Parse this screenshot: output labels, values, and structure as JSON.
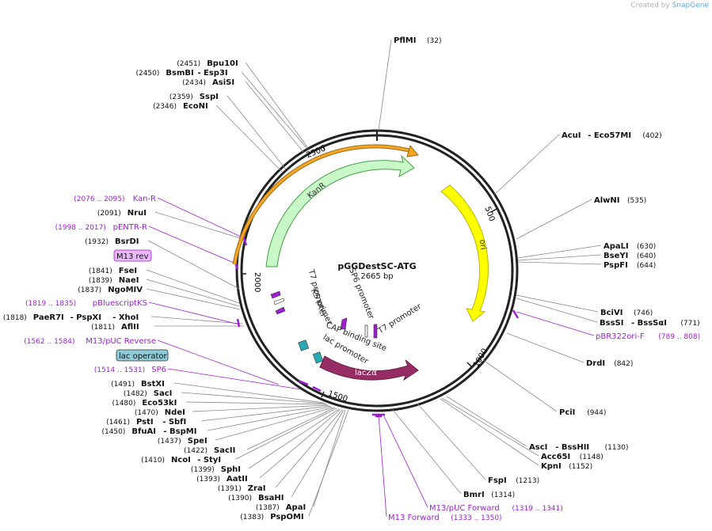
{
  "credit": {
    "prefix": "Created by",
    "brand": "SnapGene"
  },
  "plasmid": {
    "name": "pGGDestSC-ATG",
    "length": "2665 bp"
  },
  "colors": {
    "backbone": "#222222",
    "kanr": "#c8f7c8",
    "ori": "#ffff00",
    "lacz": "#962c64",
    "orf": "#f5a623",
    "primer": "#9b1fd0",
    "feature_box": "#8ecbd6",
    "site": "#000000",
    "primer_text": "#9b1fd0"
  },
  "ticks": [
    "2500",
    "500",
    "1000",
    "1500",
    "2000"
  ],
  "features": {
    "kanr": "KanR",
    "ori": "ori",
    "lacz": "lacZα",
    "t7_left": "T7 promoter",
    "ks_primer": "KS primer",
    "sp6_promoter": "SP6 promoter",
    "t7_right": "T7 promoter",
    "cap_site": "CAP binding site",
    "lac_promoter": "lac promoter"
  },
  "sites": [
    {
      "name": "PflMI",
      "pos": "(32)"
    },
    {
      "name": "AcuI",
      "alt": "- Eco57MI",
      "pos": "(402)"
    },
    {
      "name": "AlwNI",
      "pos": "(535)"
    },
    {
      "name": "ApaLI",
      "pos": "(630)"
    },
    {
      "name": "BseYI",
      "pos": "(640)"
    },
    {
      "name": "PspFI",
      "pos": "(644)"
    },
    {
      "name": "BciVI",
      "pos": "(746)"
    },
    {
      "name": "BssSI",
      "alt": "- BssSαI",
      "pos": "(771)"
    },
    {
      "name": "DrdI",
      "pos": "(842)"
    },
    {
      "name": "PciI",
      "pos": "(944)"
    },
    {
      "name": "AscI",
      "alt": "- BssHII",
      "pos": "(1130)"
    },
    {
      "name": "Acc65I",
      "pos": "(1148)"
    },
    {
      "name": "KpnI",
      "pos": "(1152)"
    },
    {
      "name": "FspI",
      "pos": "(1213)"
    },
    {
      "name": "BmrI",
      "pos": "(1314)"
    },
    {
      "name": "PspOMI",
      "pos": "(1383)"
    },
    {
      "name": "ApaI",
      "pos": "(1387)"
    },
    {
      "name": "BsaHI",
      "pos": "(1390)"
    },
    {
      "name": "ZraI",
      "pos": "(1391)"
    },
    {
      "name": "AatII",
      "pos": "(1393)"
    },
    {
      "name": "SphI",
      "pos": "(1399)"
    },
    {
      "name": "NcoI",
      "alt": "- StyI",
      "pos": "(1410)"
    },
    {
      "name": "SacII",
      "pos": "(1422)"
    },
    {
      "name": "SpeI",
      "pos": "(1437)"
    },
    {
      "name": "BfuAI",
      "alt": "- BspMI",
      "pos": "(1450)"
    },
    {
      "name": "PstI",
      "alt": "- SbfI",
      "pos": "(1461)"
    },
    {
      "name": "NdeI",
      "pos": "(1470)"
    },
    {
      "name": "Eco53kI",
      "pos": "(1480)"
    },
    {
      "name": "SacI",
      "pos": "(1482)"
    },
    {
      "name": "BstXI",
      "pos": "(1491)"
    },
    {
      "name": "AflII",
      "pos": "(1811)"
    },
    {
      "name": "PaeR7I",
      "alt": "- PspXI",
      "alt2": "- XhoI",
      "pos": "(1818)"
    },
    {
      "name": "NgoMIV",
      "pos": "(1837)"
    },
    {
      "name": "NaeI",
      "pos": "(1839)"
    },
    {
      "name": "FseI",
      "pos": "(1841)"
    },
    {
      "name": "BsrDI",
      "pos": "(1932)"
    },
    {
      "name": "NruI",
      "pos": "(2091)"
    },
    {
      "name": "EcoNI",
      "pos": "(2346)"
    },
    {
      "name": "SspI",
      "pos": "(2359)"
    },
    {
      "name": "AsiSI",
      "pos": "(2434)"
    },
    {
      "name": "BsmBI",
      "alt": "- Esp3I",
      "pos": "(2450)"
    },
    {
      "name": "Bpu10I",
      "pos": "(2451)"
    }
  ],
  "primers": [
    {
      "name": "pBR322ori-F",
      "range": "(789 .. 808)"
    },
    {
      "name": "M13/pUC Forward",
      "range": "(1319 .. 1341)"
    },
    {
      "name": "M13 Forward",
      "range": "(1333 .. 1350)"
    },
    {
      "name": "SP6",
      "range": "(1514 .. 1531)"
    },
    {
      "name": "M13/pUC Reverse",
      "range": "(1562 .. 1584)"
    },
    {
      "name": "pBluescriptKS",
      "range": "(1819 .. 1835)"
    },
    {
      "name": "pENTR-R",
      "range": "(1998 .. 2017)"
    },
    {
      "name": "Kan-R",
      "range": "(2076 .. 2095)"
    }
  ],
  "boxed_labels": {
    "lac_operator": "lac operator",
    "m13_rev": "M13 rev"
  }
}
